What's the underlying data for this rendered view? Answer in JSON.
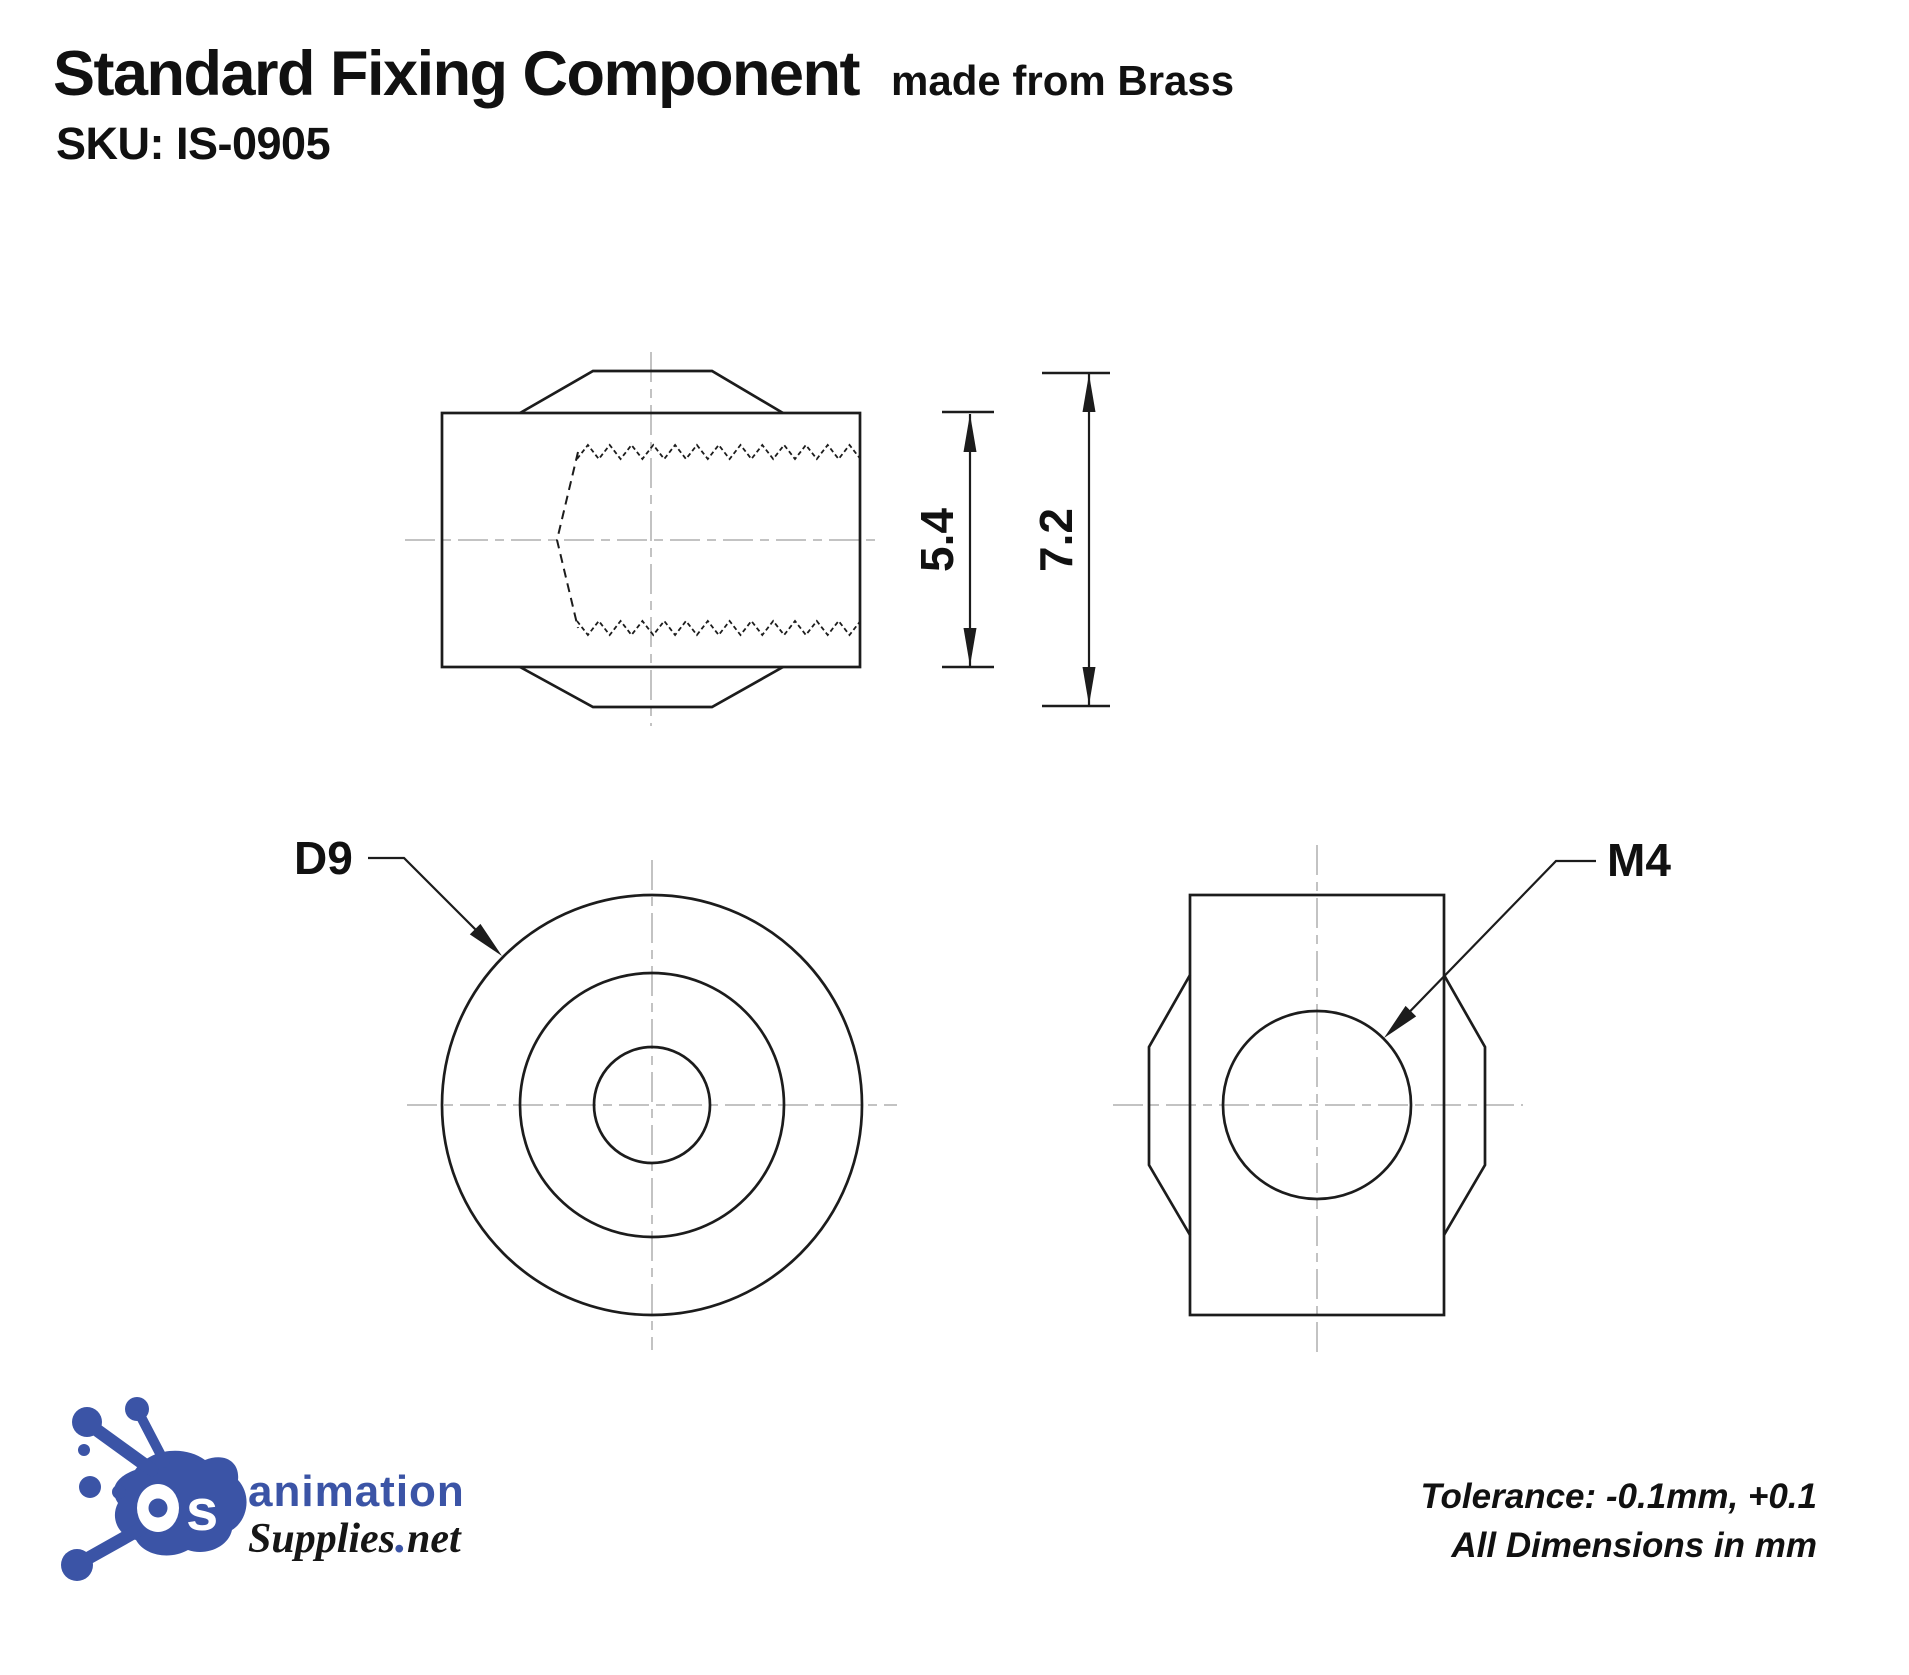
{
  "header": {
    "title": "Standard Fixing Component",
    "material_note": "made from Brass",
    "sku": "SKU: IS-0905"
  },
  "views": {
    "section_view": {
      "dim_body_height": "5.4",
      "dim_overall_height": "7.2"
    },
    "front_view": {
      "diameter_label": "D9"
    },
    "side_view": {
      "thread_label": "M4"
    }
  },
  "footer": {
    "logo": {
      "mark_s": "s",
      "word1": "animation",
      "word2a": "Supplies",
      "dot": ".",
      "word2b": "net"
    },
    "tolerance_line1": "Tolerance: -0.1mm, +0.1",
    "tolerance_line2": "All Dimensions in mm"
  },
  "colors": {
    "line": "#1c1c1c",
    "centerline": "#c3c3c3",
    "logo_blue": "#3b54a6"
  }
}
